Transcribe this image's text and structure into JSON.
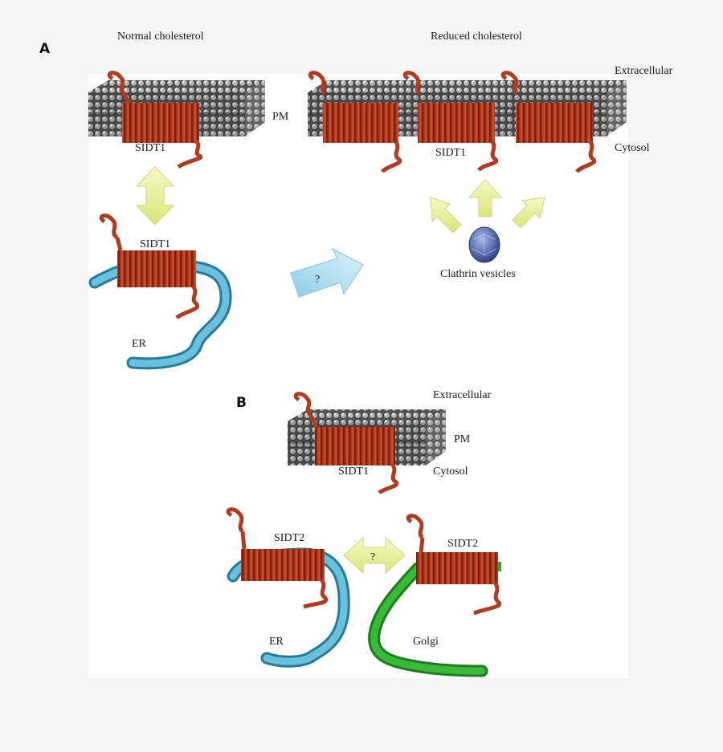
{
  "panels": {
    "a": {
      "letter": "A",
      "normal_title": "Normal cholesterol",
      "reduced_title": "Reduced cholesterol",
      "extracellular": "Extracellular",
      "cytosol": "Cytosol",
      "pm": "PM",
      "sidt1_pm_normal": "SIDT1",
      "sidt1_pm_reduced": "SIDT1",
      "sidt1_er": "SIDT1",
      "er": "ER",
      "clathrin": "Clathrin vesicles",
      "question": "?"
    },
    "b": {
      "letter": "B",
      "extracellular": "Extracellular",
      "pm": "PM",
      "cytosol": "Cytosol",
      "sidt1": "SIDT1",
      "sidt2_er": "SIDT2",
      "sidt2_golgi": "SIDT2",
      "er": "ER",
      "golgi": "Golgi",
      "question": "?"
    }
  },
  "colors": {
    "membrane": "#6e6e6e",
    "protein": "#b83a1f",
    "er_tube": "#3a9bbd",
    "golgi_tube": "#2faa2f",
    "yellow_arrow": "#e9f09a",
    "blue_arrow": "#a9def0",
    "vesicle": "#5a6fae"
  }
}
